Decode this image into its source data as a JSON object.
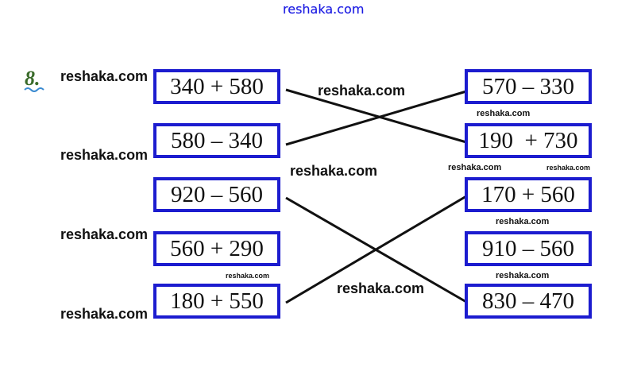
{
  "header": {
    "site": "reshaka.com"
  },
  "task": {
    "number": "8."
  },
  "left": [
    "340 + 580",
    "580 – 340",
    "920 – 560",
    "560 + 290",
    "180 + 550"
  ],
  "right": [
    "570 – 330",
    "190  + 730",
    "170 + 560",
    "910 – 560",
    "830 – 470"
  ],
  "watermarks": [
    "reshaka.com",
    "reshaka.com",
    "reshaka.com",
    "reshaka.com",
    "reshaka.com",
    "reshaka.com",
    "reshaka.com",
    "reshaka.com",
    "reshaka.com",
    "reshaka.com",
    "reshaka.com",
    "reshaka.com",
    "reshaka.com"
  ]
}
